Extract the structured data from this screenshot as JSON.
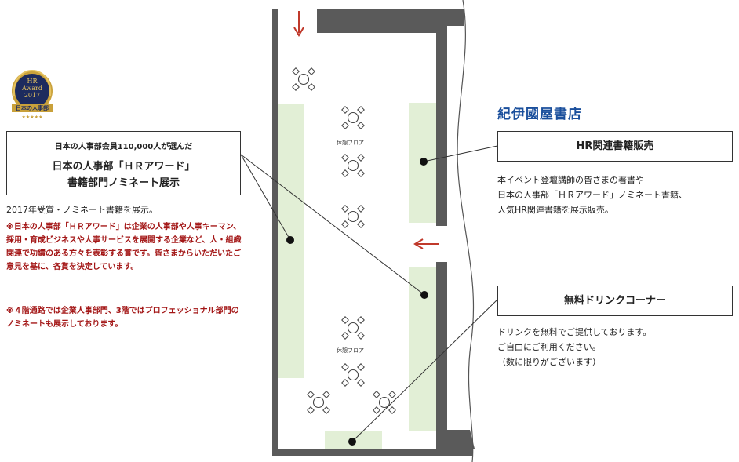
{
  "award_badge": {
    "lines": [
      "HR",
      "Award",
      "2017",
      "日本の人事部",
      "★★★★★"
    ]
  },
  "nominee_box": {
    "subtitle": "日本の人事部会員110,000人が選んだ",
    "title_line1": "日本の人事部「ＨＲアワード」",
    "title_line2": "書籍部門ノミネート展示"
  },
  "nominee_text": {
    "lead": "2017年受賞・ノミネート書籍を展示。",
    "note1": "※日本の人事部「ＨＲアワード」は企業の人事部や人事キーマン、採用・育成ビジネスや人事サービスを展開する企業など、人・組織関連で功績のある方々を表彰する賞です。皆さまからいただいたご意見を基に、各賞を決定しています。",
    "note2": "※４階通路では企業人事部門、3階ではプロフェッショナル部門のノミネートも展示しております。"
  },
  "store_logo": "紀伊國屋書店",
  "hr_books_box": {
    "title": "HR関連書籍販売",
    "lines": [
      "本イベント登壇講師の皆さまの著書や",
      "日本の人事部「ＨＲアワード」ノミネート書籍、",
      "人気HR関連書籍を展示販売。"
    ]
  },
  "drink_box": {
    "title": "無料ドリンクコーナー",
    "lines": [
      "ドリンクを無料でご提供しております。",
      "ご自由にご利用ください。",
      "（数に限りがございます）"
    ]
  },
  "floor_labels": {
    "upper": "休憩フロア",
    "lower": "休憩フロア"
  },
  "colors": {
    "wall": "#5a5a5a",
    "zone": "#e2efd6",
    "arrow": "#c0392b",
    "note_red": "#a31616",
    "logo_blue": "#1a4f9c",
    "badge_navy": "#1d2b5e",
    "badge_gold": "#c9a13b"
  }
}
